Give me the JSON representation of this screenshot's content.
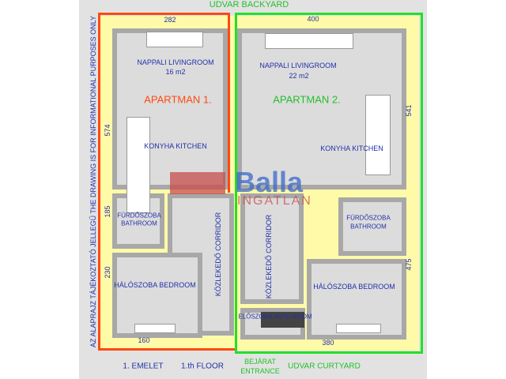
{
  "header": {
    "top_label": "UDVAR   BACKYARD"
  },
  "disclaimer": "AZ ALAPRAJZ TÁJÉKOZTATÓ JELLEGŰ   THE DRAWING IS FOR INFORMATIONAL PURPOSES ONLY",
  "dimensions": {
    "d282": "282",
    "d400": "400",
    "d574": "574",
    "d541": "541",
    "d185": "185",
    "d230": "230",
    "d475": "475",
    "d160": "160",
    "d380": "380"
  },
  "apartment1": {
    "title": "APARTMAN 1.",
    "living": "NAPPALI  LIVINGROOM",
    "living_area": "16 m2",
    "kitchen": "KONYHA KITCHEN",
    "bath1": "FÜRDŐSZOBA",
    "bath2": "BATHROOM",
    "bedroom": "HÁLÓSZOBA  BEDROOM",
    "corridor": "KÖZLEKEDŐ  CORRIDOR"
  },
  "apartment2": {
    "title": "APARTMAN 2.",
    "living": "NAPPALI  LIVINGROOM",
    "living_area": "22 m2",
    "kitchen": "KONYHA KITCHEN",
    "bath1": "FÜRDŐSZOBA",
    "bath2": "BATHROOM",
    "bedroom": "HÁLÓSZOBA  BEDROOM",
    "corridor": "KÖZLEKEDŐ  CORRIDOR",
    "anteroom": "ELŐSZOBA ANTE-ROOM"
  },
  "footer": {
    "floor_hu": "1. EMELET",
    "floor_en": "1.th FLOOR",
    "entrance_hu": "BEJÁRAT",
    "entrance_en": "ENTRANCE",
    "courtyard": "UDVAR CURTYARD"
  },
  "logo": {
    "name": "Balla",
    "sub": "INGATLAN"
  },
  "colors": {
    "apt1": "#ff4a12",
    "apt2": "#22e02a",
    "text": "#2230a8"
  }
}
